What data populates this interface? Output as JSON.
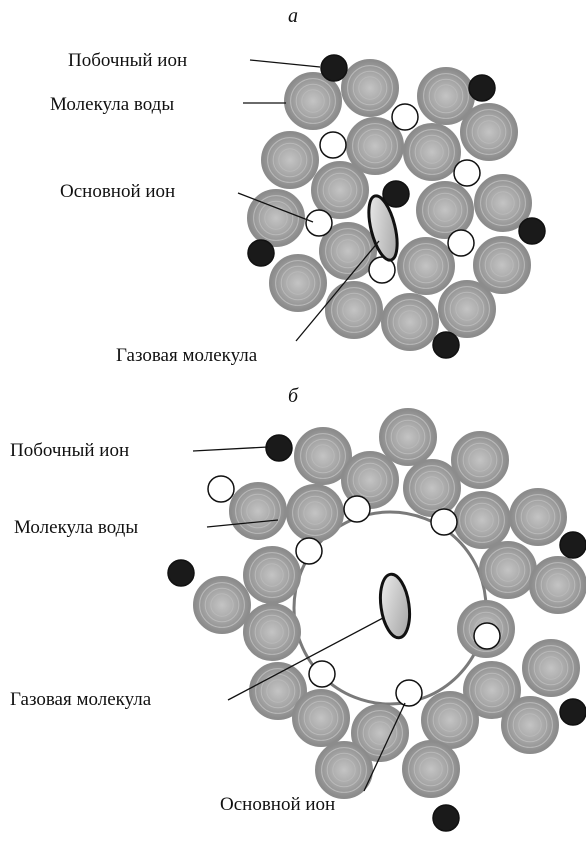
{
  "panels": [
    {
      "letter": "а",
      "labels": {
        "side_ion": "Побочный ион",
        "water_molecule": "Молекула воды",
        "main_ion": "Основной ион",
        "gas_molecule": "Газовая молекула"
      }
    },
    {
      "letter": "б",
      "labels": {
        "side_ion": "Побочный ион",
        "water_molecule": "Молекула воды",
        "gas_molecule": "Газовая молекула",
        "main_ion": "Основной ион"
      }
    }
  ],
  "legend_colors": {
    "water_molecule": "#8c8c8c",
    "side_ion": "#1a1a1a",
    "main_ion": "#ffffff",
    "gas_molecule": "#c8c8c8"
  }
}
